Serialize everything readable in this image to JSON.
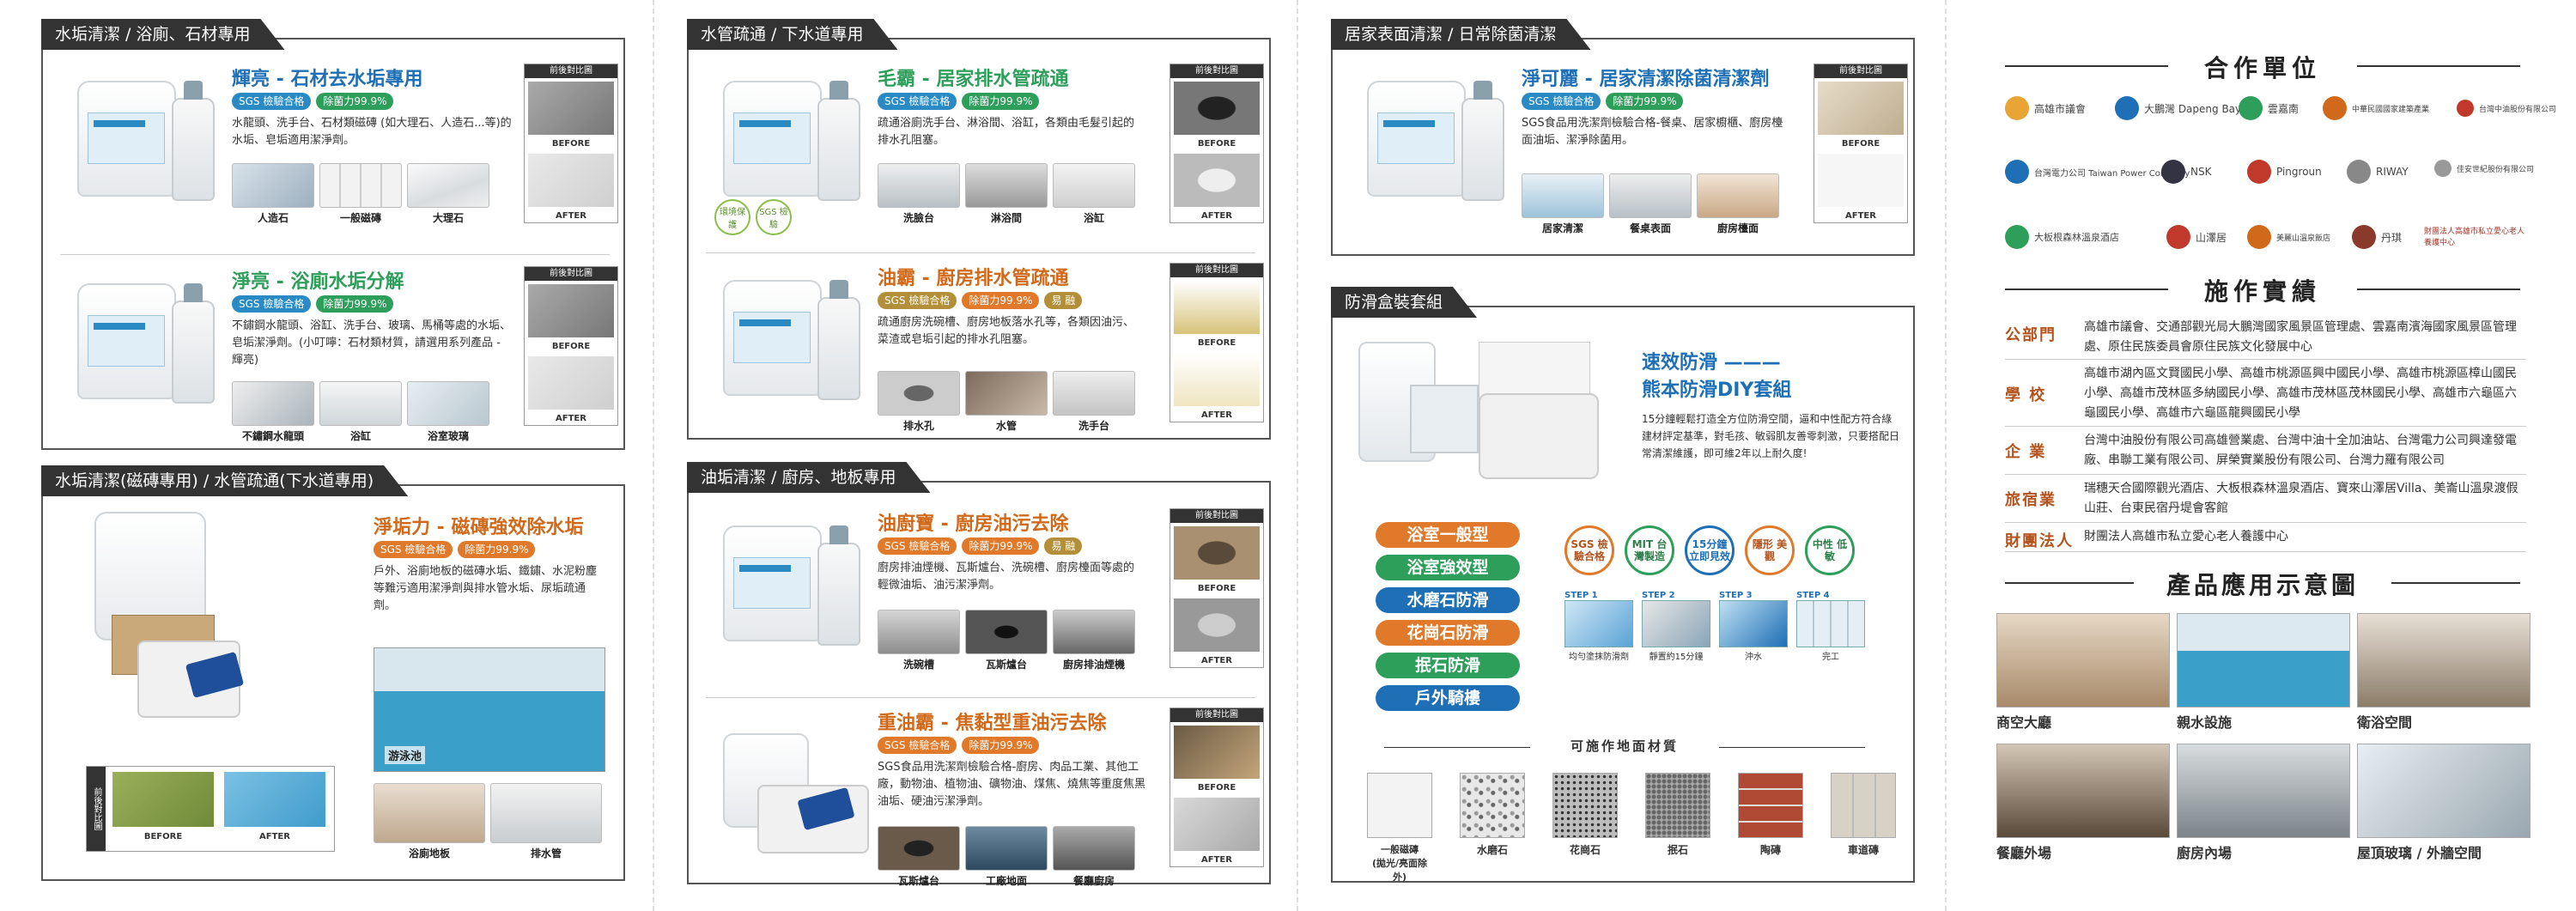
{
  "colors": {
    "blue": "#1e6fb5",
    "green": "#2e9e5b",
    "orange": "#d06a1a",
    "sgs": "#2a8bc4",
    "power": "#2e9e5b",
    "power_o": "#e07a2a",
    "fresh": "#b38f3a"
  },
  "p1": {
    "sec1_header": "水垢清潔 / 浴廁、石材專用",
    "prod1": {
      "title": "輝亮 - 石材去水垢專用",
      "sgs": "SGS 檢驗合格",
      "power": "除菌力99.9%",
      "desc": "水龍頭、洗手台、石材類磁磚 (如大理石、人造石...等)的水垢、皂垢適用潔淨劑。",
      "thumbs": [
        "人造石",
        "一般磁磚",
        "大理石"
      ]
    },
    "prod2": {
      "title": "淨亮 - 浴廁水垢分解",
      "sgs": "SGS 檢驗合格",
      "power": "除菌力99.9%",
      "desc": "不鏽鋼水龍頭、浴缸、洗手台、玻璃、馬桶等處的水垢、皂垢潔淨劑。(小叮嚀：石材類材質，請選用系列產品 - 輝亮)",
      "thumbs": [
        "不鏽鋼水龍頭",
        "浴缸",
        "浴室玻璃"
      ]
    },
    "ba_header": "前後對比圖",
    "before": "BEFORE",
    "after": "AFTER",
    "sec2_header": "水垢清潔(磁磚專用) / 水管疏通(下水道專用)",
    "prod3": {
      "title": "淨垢力 - 磁磚強效除水垢",
      "sgs": "SGS 檢驗合格",
      "power": "除菌力99.9%",
      "desc": "戶外、浴廁地板的磁磚水垢、鐵鏽、水泥粉塵等難污適用潔淨劑與排水管水垢、尿垢疏通劑。",
      "pool": "游泳池",
      "thumbs": [
        "浴廁地板",
        "排水管"
      ],
      "compare_label": "前後對比圖"
    }
  },
  "p2": {
    "sec1_header": "水管疏通 / 下水道專用",
    "prod1": {
      "title": "毛霸 - 居家排水管疏通",
      "sgs": "SGS 檢驗合格",
      "power": "除菌力99.9%",
      "desc": "疏通浴廁洗手台、淋浴間、浴缸，各類由毛髮引起的排水孔阻塞。",
      "thumbs": [
        "洗臉台",
        "淋浴間",
        "浴缸"
      ],
      "seals": [
        "環境保護",
        "SGS 檢驗"
      ]
    },
    "prod2": {
      "title": "油霸 - 廚房排水管疏通",
      "sgs": "SGS 檢驗合格",
      "power": "除菌力99.9%",
      "fresh": "易 融",
      "desc": "疏通廚房洗碗槽、廚房地板落水孔等，各類因油污、菜渣或皂垢引起的排水孔阻塞。",
      "thumbs": [
        "排水孔",
        "水管",
        "洗手台"
      ]
    },
    "sec2_header": "油垢清潔 / 廚房、地板專用",
    "prod3": {
      "title": "油廚寶 - 廚房油污去除",
      "sgs": "SGS 檢驗合格",
      "power": "除菌力99.9%",
      "fresh": "易 融",
      "desc": "廚房排油煙機、瓦斯爐台、洗碗槽、廚房檯面等處的輕微油垢、油污潔淨劑。",
      "thumbs": [
        "洗碗槽",
        "瓦斯爐台",
        "廚房排油煙機"
      ]
    },
    "prod4": {
      "title": "重油霸 - 焦黏型重油污去除",
      "sgs": "SGS 檢驗合格",
      "power": "除菌力99.9%",
      "desc": "SGS食品用洗潔劑檢驗合格-廚房、肉品工業、其他工廠，動物油、植物油、礦物油、煤焦、燒焦等重度焦黑油垢、硬油污潔淨劑。",
      "thumbs": [
        "瓦斯爐台",
        "工廠地面",
        "餐廳廚房"
      ]
    },
    "ba_header": "前後對比圖",
    "before": "BEFORE",
    "after": "AFTER"
  },
  "p3": {
    "sec1_header": "居家表面清潔 / 日常除菌清潔",
    "prod1": {
      "title": "淨可麗 - 居家清潔除菌清潔劑",
      "sgs": "SGS 檢驗合格",
      "power": "除菌力99.9%",
      "desc": "SGS食品用洗潔劑檢驗合格-餐桌、居家櫥櫃、廚房檯面油垢、潔淨除菌用。",
      "thumbs": [
        "居家清潔",
        "餐桌表面",
        "廚房檯面"
      ]
    },
    "ba_header": "前後對比圖",
    "before": "BEFORE",
    "after": "AFTER",
    "sec2_header": "防滑盒裝套組",
    "kit": {
      "title1": "速效防滑 ———",
      "title2": "熊本防滑DIY套組",
      "desc": "15分鐘輕鬆打造全方位防滑空間，逼和中性配方符合綠建材評定基準，對毛孩、敏弱肌友善零刺激，只要搭配日常清潔維護，即可維2年以上耐久度!"
    },
    "pills": [
      "浴室一般型",
      "浴室強效型",
      "水磨石防滑",
      "花崗石防滑",
      "抿石防滑",
      "戶外騎樓"
    ],
    "features": [
      "SGS 檢驗合格",
      "MIT 台灣製造",
      "15分鐘 立即見效",
      "隱形 美觀",
      "中性 低敏"
    ],
    "steps": [
      {
        "h": "STEP 1",
        "l": "均勻塗抹防滑劑"
      },
      {
        "h": "STEP 2",
        "l": "靜置約15分鐘"
      },
      {
        "h": "STEP 3",
        "l": "沖水"
      },
      {
        "h": "STEP 4",
        "l": "完工"
      }
    ],
    "materials_title": "可施作地面材質",
    "materials": [
      "一般磁磚\n(拋光/亮面除外)",
      "水磨石",
      "花崗石",
      "抿石",
      "陶磚",
      "車道磚"
    ]
  },
  "p4": {
    "partners_title": "合作單位",
    "logos": [
      "高雄市議會",
      "大鵬灣 Dapeng Bay",
      "雲嘉南",
      "中華民國國家建築產業",
      "台灣中油股份有限公司",
      "台灣電力公司 Taiwan Power Company",
      "NSK",
      "Pingroun",
      "RIWAY",
      "佳安世紀股份有限公司",
      "大板根森林溫泉酒店",
      "山澤居",
      "美麗山溫泉飯店",
      "丹琪",
      "財團法人高雄市私立愛心老人養護中心"
    ],
    "impl_title": "施作實績",
    "cats": [
      {
        "k": "公部門",
        "v": "高雄市議會、交通部觀光局大鵬灣國家風景區管理處、雲嘉南濱海國家風景區管理處、原住民族委員會原住民族文化發展中心"
      },
      {
        "k": "學 校",
        "v": "高雄市湖內區文賢國民小學、高雄市桃源區興中國民小學、高雄市桃源區樟山國民小學、高雄市茂林區多納國民小學、高雄市茂林區茂林國民小學、高雄市六龜區六龜國民小學、高雄市六龜區龍興國民小學"
      },
      {
        "k": "企 業",
        "v": "台灣中油股份有限公司高雄營業處、台灣中油十全加油站、台灣電力公司興達發電廠、串聯工業有限公司、屏榮實業股份有限公司、台灣力羅有限公司"
      },
      {
        "k": "旅宿業",
        "v": "瑞穗天合國際觀光酒店、大板根森林溫泉酒店、寶來山澤居Villa、美崙山溫泉渡假山莊、台東民宿丹堤會客館"
      },
      {
        "k": "財團法人",
        "v": "財團法人高雄市私立愛心老人養護中心"
      }
    ],
    "scenes_title": "產品應用示意圖",
    "scenes": [
      "商空大廳",
      "親水設施",
      "衛浴空間",
      "餐廳外場",
      "廚房內場",
      "屋頂玻璃 / 外牆空間"
    ]
  }
}
